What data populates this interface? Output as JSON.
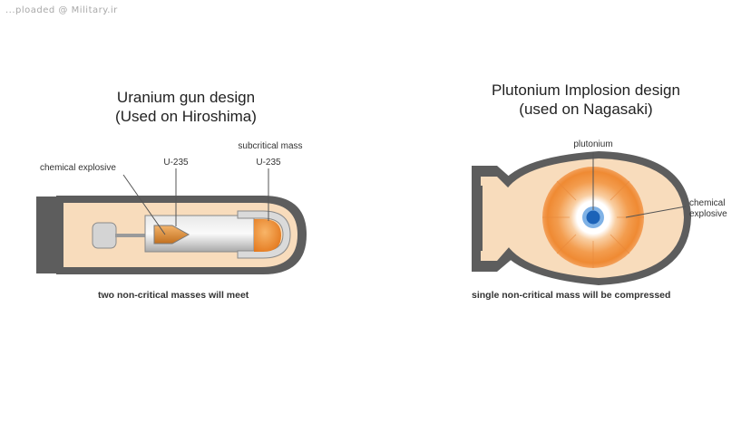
{
  "watermark": "...ploaded @ Military.ir",
  "left_diagram": {
    "title_line1": "Uranium gun design",
    "title_line2": "(Used on Hiroshima)",
    "label_chemical_explosive": "chemical explosive",
    "label_u235_a": "U-235",
    "label_subcritical_mass": "subcritical mass",
    "label_u235_b": "U-235",
    "caption": "two non-critical masses will meet"
  },
  "right_diagram": {
    "title_line1": "Plutonium Implosion design",
    "title_line2": "(used on Nagasaki)",
    "label_plutonium": "plutonium",
    "label_chemical_line1": "chemical",
    "label_chemical_line2": "explosive",
    "caption": "single non-critical mass will be compressed"
  },
  "colors": {
    "casing": "#5d5d5d",
    "body_fill": "#f8dcbc",
    "explosive_orange": "#f28a30",
    "core_blue": "#1c63b8",
    "barrel_gray": "#bdbdbd"
  }
}
